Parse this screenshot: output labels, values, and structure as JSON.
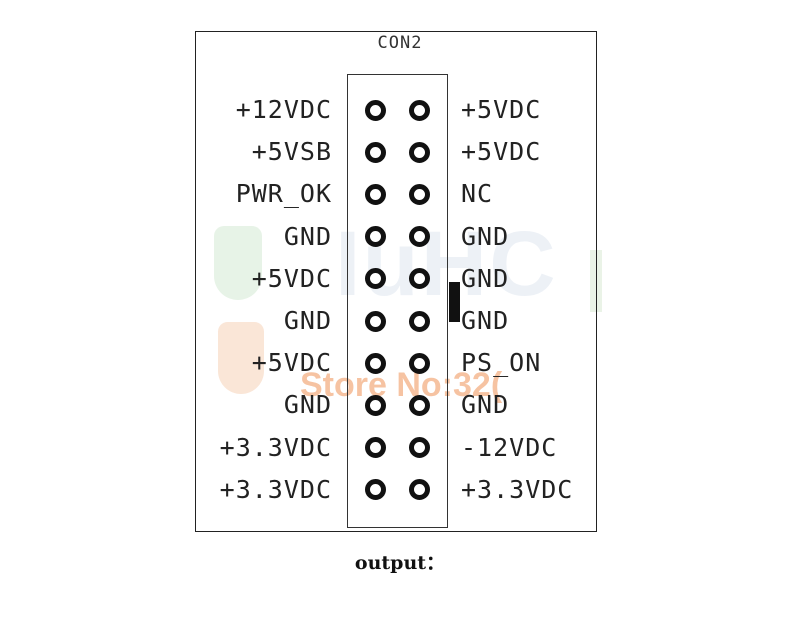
{
  "connector": {
    "name": "CON2",
    "left_labels": [
      "+12VDC",
      "+5VSB",
      "PWR_OK",
      "GND",
      "+5VDC",
      "GND",
      "+5VDC",
      "GND",
      "+3.3VDC",
      "+3.3VDC"
    ],
    "right_labels": [
      "+5VDC",
      "+5VDC",
      "NC",
      "GND",
      "GND",
      "GND",
      "PS_ON",
      "GND",
      "-12VDC",
      "+3.3VDC"
    ]
  },
  "caption": "output：",
  "watermark": {
    "logo_text": "IuHC",
    "store_text": "Store No:32("
  },
  "colors": {
    "line": "#222222",
    "pin": "#111111",
    "watermark_orange": "#f5b58c"
  }
}
